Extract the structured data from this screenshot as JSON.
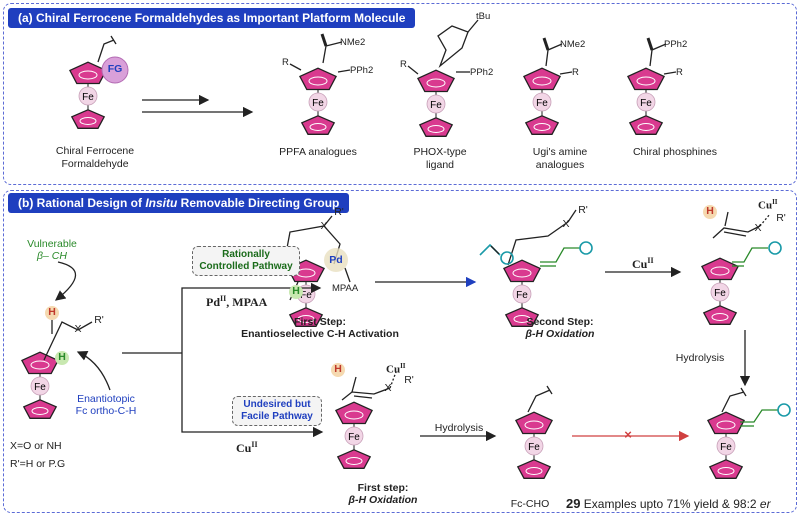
{
  "panel_a": {
    "title": "(a) Chiral Ferrocene Formaldehydes as Important Platform Molecule",
    "fg": "FG",
    "start_label_1": "Chiral Ferrocene",
    "start_label_2": "Formaldehyde",
    "products": [
      {
        "label_1": "PPFA analogues",
        "label_2": "",
        "subst": [
          "NMe2",
          "PPh2",
          "R"
        ]
      },
      {
        "label_1": "PHOX-type",
        "label_2": "ligand",
        "subst": [
          "tBu",
          "PPh2",
          "R"
        ]
      },
      {
        "label_1": "Ugi's amine",
        "label_2": "analogues",
        "subst": [
          "NMe2",
          "R"
        ]
      },
      {
        "label_1": "Chiral phosphines",
        "label_2": "",
        "subst": [
          "PPh2",
          "R"
        ]
      }
    ]
  },
  "panel_b": {
    "title_pre": "(b) Rational  Design of ",
    "title_em": "Insitu",
    "title_post": " Removable Directing Group",
    "vulnerable_1": "Vulnerable",
    "vulnerable_2": "β– CH",
    "enantiotopic_1": "Enantiotopic",
    "enantiotopic_2": "Fc ortho-C-H",
    "x_def": "X=O or NH",
    "r_def": "R'=H or P.G",
    "upper_path": "Rationally Controlled Pathway",
    "upper_reagent": "PdII, MPAA",
    "lower_path": "Undesired but Facile Pathway",
    "lower_reagent": "CuII",
    "pd": "Pd",
    "mpaa": "MPAA",
    "first_step_1": "First Step:",
    "first_step_2": "Enantioselective C-H Activation",
    "second_step_1": "Second Step:",
    "second_step_2": "β-H Oxidation",
    "cu_upper": "CuII",
    "hydrolysis_right": "Hydrolysis",
    "hydrolysis_bottom": "Hydrolysis",
    "lower_first_1": "First step:",
    "lower_first_2": "β-H Oxidation",
    "fc_cho": "Fc-CHO",
    "footer_num": "29",
    "footer_text": " Examples upto 71% yield & 98:2 ",
    "footer_em": "er",
    "cu_on_atom": "CuII"
  },
  "colors": {
    "accent": "#1f3fbf",
    "cp_fill": "#d93a8f",
    "fe_fill": "#f2d6e6",
    "green": "#2a8a2a",
    "red": "#d04040"
  },
  "atoms": {
    "fe": "Fe",
    "h": "H",
    "x": "X",
    "r": "R'"
  }
}
